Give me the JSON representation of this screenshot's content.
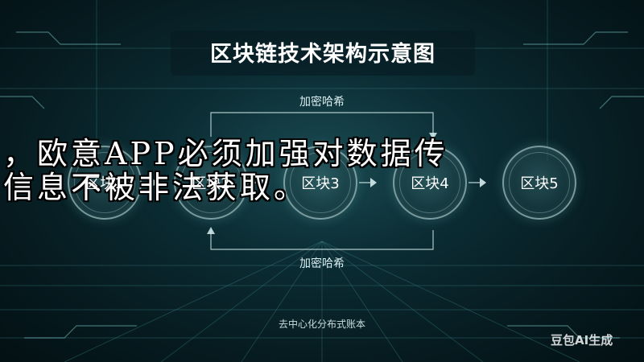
{
  "diagram": {
    "title": "区块链技术架构示意图",
    "hash_top_label": "加密哈希",
    "hash_bottom_label": "加密哈希",
    "blocks": [
      "区块1",
      "区块2",
      "区块3",
      "区块4",
      "区块5"
    ],
    "footer": "去中心化分布式账本"
  },
  "overlay": {
    "line1": "，欧意APP必须加强对数据传",
    "line2": "信息不被非法获取。"
  },
  "watermark": "豆包AI生成",
  "colors": {
    "background": "#0b2c33",
    "grid_line": "#3f8a8c",
    "text": "#ffffff"
  }
}
